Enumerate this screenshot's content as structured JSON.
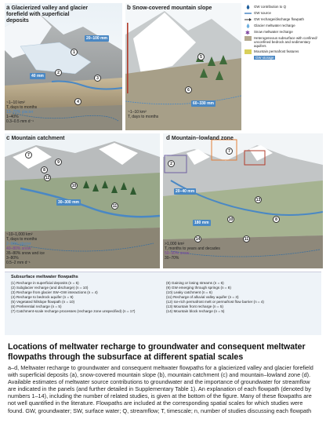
{
  "panels": {
    "a": {
      "letter": "a",
      "title": "Glacierized valley and glacier forefield with superficial deposits",
      "callouts": [
        "20–100 mm",
        "40 mm"
      ],
      "stats": [
        "~1–10 km²",
        "T, days to months",
        "13–70% glacier",
        "1–40%",
        "0.3–0.5 mm d⁻¹"
      ]
    },
    "b": {
      "letter": "b",
      "title": "Snow-covered mountain slope",
      "callouts": [
        "60–330 mm"
      ],
      "stats": [
        "~1–10 km²",
        "T, days to months"
      ]
    },
    "c": {
      "letter": "c",
      "title": "Mountain catchment",
      "callouts": [
        "30–300 mm"
      ],
      "stats": [
        "~10–1,000 km²",
        "T, days to months",
        "2–60% glacier",
        "40–80% snow",
        "35–80% snow and ice",
        "3–80%",
        "0.5–2 mm d⁻¹"
      ]
    },
    "d": {
      "letter": "d",
      "title": "Mountain–lowland zone",
      "callouts": [
        "20–40 mm",
        "180 mm"
      ],
      "stats": [
        ">1,000 km²",
        "T, months to years and decades",
        "50–90% snow",
        "30–70%"
      ]
    }
  },
  "legend": [
    {
      "icon": "gw-contribution-icon",
      "label": "GW contribution to Q"
    },
    {
      "icon": "gw-source-icon",
      "label": "GW source"
    },
    {
      "icon": "gw-recharge-icon",
      "label": "GW recharge/discharge flowpath"
    },
    {
      "icon": "glacier-meltwater-icon",
      "label": "Glacier meltwater recharge"
    },
    {
      "icon": "snow-meltwater-icon",
      "label": "Snow meltwater recharge"
    },
    {
      "icon": "subsurface-icon",
      "label": "Heterogeneous subsurface with confined/ unconfined bedrock and sedimentary aquifers"
    },
    {
      "icon": "permafrost-icon",
      "label": "Mountain permafrost features"
    },
    {
      "icon": "gw-storage-icon",
      "label": "GW storage"
    }
  ],
  "numbers_a": [
    "1",
    "2",
    "3",
    "4"
  ],
  "numbers_b": [
    "5",
    "6"
  ],
  "numbers_c": [
    "7",
    "8",
    "9",
    "10",
    "11",
    "12"
  ],
  "numbers_d": [
    "7",
    "2",
    "13",
    "8",
    "10",
    "14",
    "11"
  ],
  "table": {
    "title": "Subsurface meltwater flowpaths",
    "left": [
      "(1) Recharge in superficial deposits (n = 5)",
      "(2) Subglacier recharge (and discharge) (n = 10)",
      "(3) Recharge from glacier SW–GW interactions (n = 4)",
      "(4) Recharge to bedrock aquifer (n = 9)",
      "(5) Vegetated hillslope flowpath (n = 10)",
      "(6) Preferential recharge (n = 5)",
      "(7) Catchment-scale recharge processes (recharge zone unspecified) (n = 17)"
    ],
    "right": [
      "(8) Gaining or losing streams (n = 6)",
      "(9) GW emerging through springs (n = 8)",
      "(10) Leaky catchment (n = 6)",
      "(11) Recharge of alluvial valley aquifer (n = 3)",
      "(12) Ice-rich permafrost melt or permafrost flow barrier (n = 4)",
      "(13) Mountain front recharge (n = 5)",
      "(14) Mountain block recharge (n = 5)"
    ]
  },
  "caption": {
    "title": "Locations of meltwater recharge to groundwater and consequent meltwater flowpaths through the subsurface at different spatial scales",
    "body": "a–d, Meltwater recharge to groundwater and consequent meltwater flowpaths for a glacierized valley and glacier forefield with superficial deposits (a), snow-covered mountain slope (b), mountain catchment (c) and mountain–lowland zone (d). Available estimates of meltwater source contributions to groundwater and the importance of groundwater for streamflow are indicated in the panels (and further detailed in Supplementary Table 1). An explanation of each flowpath (denoted by numbers 1–14), including the number of related studies, is given at the bottom of the figure. Many of these flowpaths are not well quantified in the literature. Flowpaths are included at the corresponding spatial scales for which studies were found. GW, groundwater; SW, surface water; Q, streamflow; T, timescale; n, number of studies discussing each flowpath"
  }
}
